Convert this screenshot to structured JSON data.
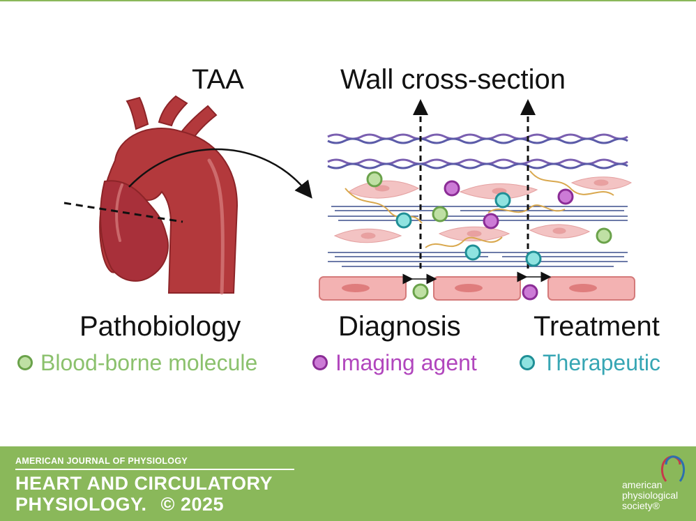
{
  "titles": {
    "taa": "TAA",
    "wall": "Wall cross-section"
  },
  "labels": {
    "pathobiology": "Pathobiology",
    "diagnosis": "Diagnosis",
    "treatment": "Treatment"
  },
  "legend": [
    {
      "label": "Blood-borne molecule",
      "color": "#8bc16d"
    },
    {
      "label": "Imaging agent",
      "color": "#b146bd"
    },
    {
      "label": "Therapeutic",
      "color": "#37a6b4"
    }
  ],
  "colors": {
    "aorta": "#b3393c",
    "footer": "#8ab85a",
    "blood_molecule_fill": "#bfe0a4",
    "imaging_agent_fill": "#cc7bd6",
    "therapeutic_fill": "#8fe3e0"
  },
  "footer": {
    "journal_line1": "AMERICAN JOURNAL OF PHYSIOLOGY",
    "journal_line2": "HEART AND CIRCULATORY",
    "journal_line3": "PHYSIOLOGY.",
    "copyright": "© 2025",
    "society_line1": "american",
    "society_line2": "physiological",
    "society_line3": "society®"
  }
}
